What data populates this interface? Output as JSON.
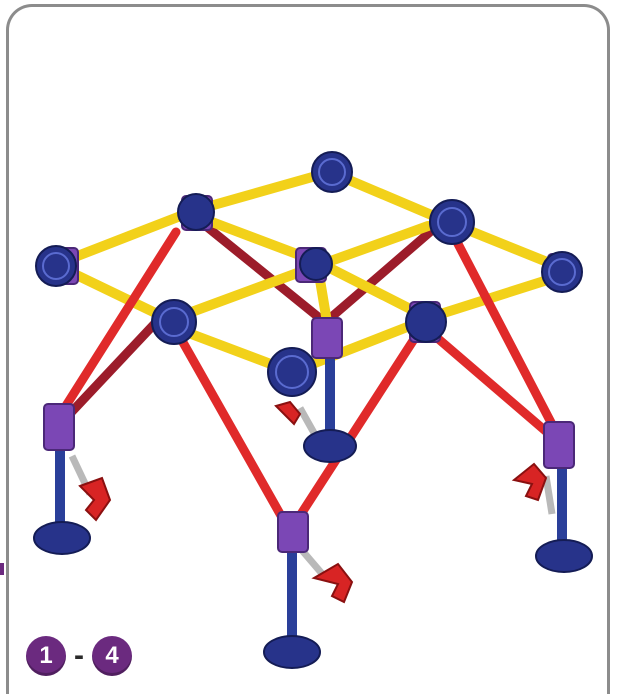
{
  "steps": {
    "from": "1",
    "separator": "-",
    "to": "4"
  },
  "colors": {
    "frame": "#8c8c8c",
    "badge": "#6b2a7f",
    "yellow_rod": "#f2d11a",
    "red_rod": "#e02a2a",
    "dark_red_rod": "#9c1c2a",
    "blue_rod": "#2a3f9a",
    "connector_blue": "#27338a",
    "connector_purple": "#7b47b5",
    "hinge_red": "#d82424",
    "gray_rod": "#b9b9b9"
  },
  "icons": [
    "construction-toy-model"
  ]
}
